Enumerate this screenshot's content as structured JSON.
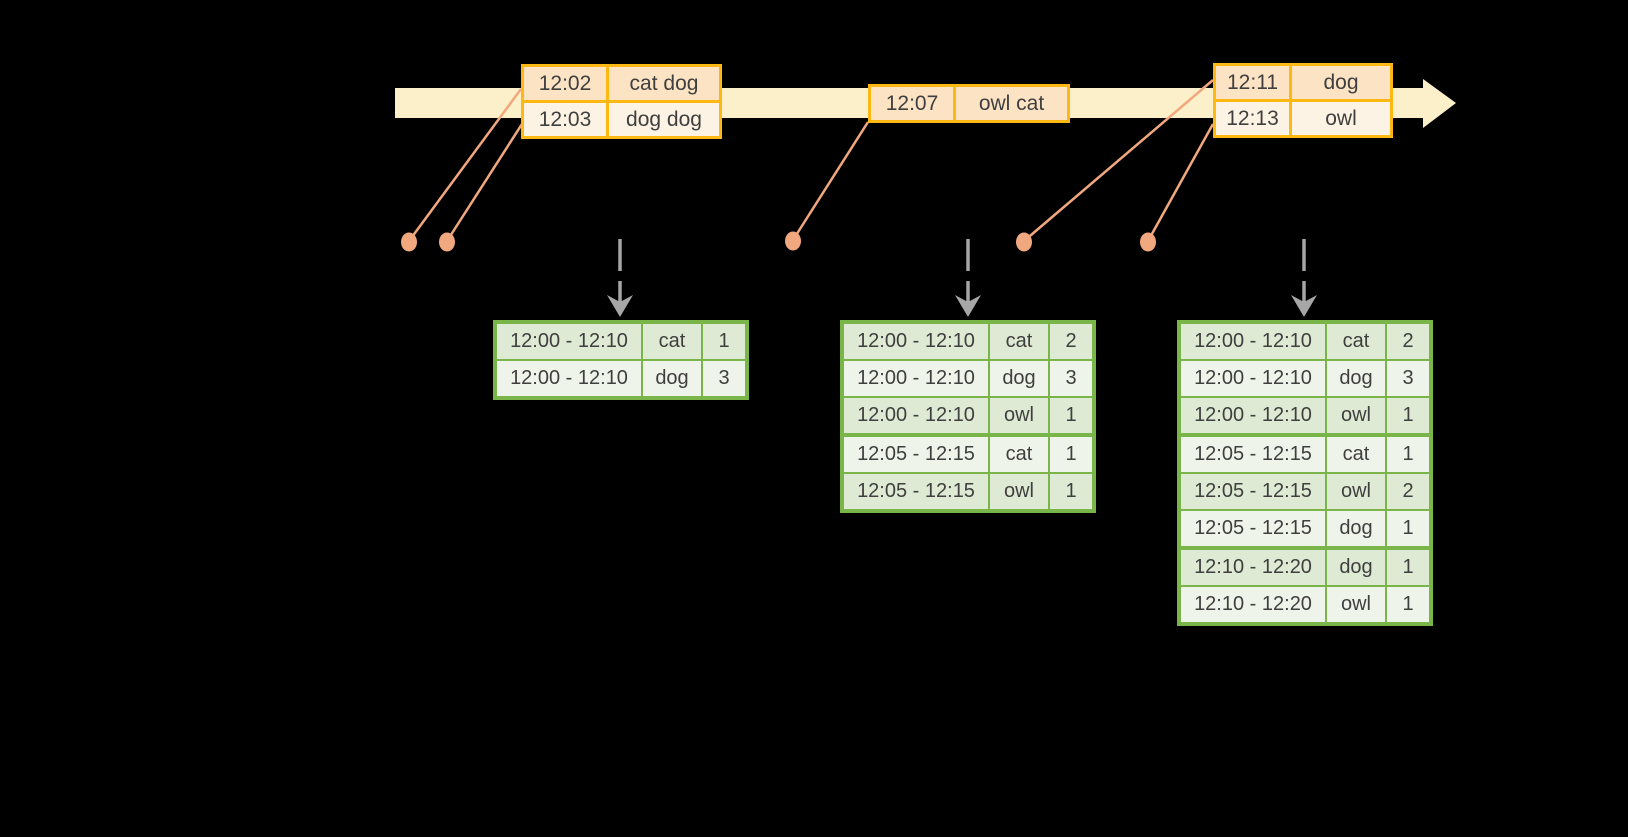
{
  "colors": {
    "background": "#000000",
    "timeline_band": "#FBF0C9",
    "event_border": "#FDB813",
    "event_row_dark": "#FBE3C4",
    "event_row_light": "#FDF3E4",
    "connector": "#F2A87E",
    "result_border": "#7AB54A",
    "result_row_dark": "#DEEAD3",
    "result_row_light": "#EFF4EA",
    "arrow_gray": "#A6A6A6",
    "text": "#3F3F3F"
  },
  "event_tables": [
    {
      "rows": [
        {
          "time": "12:02",
          "words": "cat dog"
        },
        {
          "time": "12:03",
          "words": "dog dog"
        }
      ]
    },
    {
      "rows": [
        {
          "time": "12:07",
          "words": "owl cat"
        }
      ]
    },
    {
      "rows": [
        {
          "time": "12:11",
          "words": "dog"
        },
        {
          "time": "12:13",
          "words": "owl"
        }
      ]
    }
  ],
  "result_tables": [
    {
      "rows": [
        {
          "window": "12:00 - 12:10",
          "word": "cat",
          "count": "1"
        },
        {
          "window": "12:00 - 12:10",
          "word": "dog",
          "count": "3"
        }
      ]
    },
    {
      "rows": [
        {
          "window": "12:00 - 12:10",
          "word": "cat",
          "count": "2"
        },
        {
          "window": "12:00 - 12:10",
          "word": "dog",
          "count": "3"
        },
        {
          "window": "12:00 - 12:10",
          "word": "owl",
          "count": "1"
        },
        {
          "window": "12:05 - 12:15",
          "word": "cat",
          "count": "1"
        },
        {
          "window": "12:05 - 12:15",
          "word": "owl",
          "count": "1"
        }
      ]
    },
    {
      "rows": [
        {
          "window": "12:00 - 12:10",
          "word": "cat",
          "count": "2"
        },
        {
          "window": "12:00 - 12:10",
          "word": "dog",
          "count": "3"
        },
        {
          "window": "12:00 - 12:10",
          "word": "owl",
          "count": "1"
        },
        {
          "window": "12:05 - 12:15",
          "word": "cat",
          "count": "1"
        },
        {
          "window": "12:05 - 12:15",
          "word": "owl",
          "count": "2"
        },
        {
          "window": "12:05 - 12:15",
          "word": "dog",
          "count": "1"
        },
        {
          "window": "12:10 - 12:20",
          "word": "dog",
          "count": "1"
        },
        {
          "window": "12:10 - 12:20",
          "word": "owl",
          "count": "1"
        }
      ]
    }
  ]
}
